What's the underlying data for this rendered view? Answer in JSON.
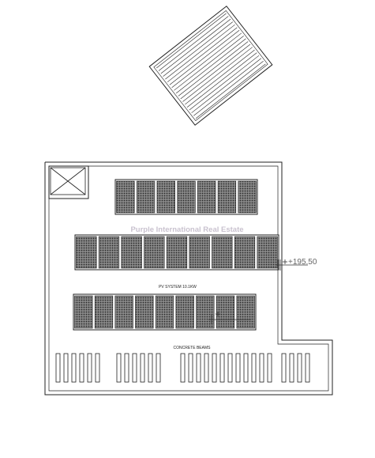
{
  "drawing": {
    "watermark": "Purple International Real Estate",
    "system_label": "PV SYSTEM 10.1KW",
    "beams_label": "CONCRETE BEAMS",
    "level_label": "+195.50"
  },
  "panel_rows": [
    {
      "name": "top",
      "count": 7
    },
    {
      "name": "middle",
      "count": 9
    },
    {
      "name": "bottom",
      "count": 9
    }
  ],
  "beam_groups": [
    {
      "name": "group-1",
      "count": 6
    },
    {
      "name": "group-2",
      "count": 6
    },
    {
      "name": "group-3",
      "count": 12
    },
    {
      "name": "group-4",
      "count": 4
    }
  ],
  "colors": {
    "line": "#222222",
    "panel_fill": "#6f6f6f",
    "watermark": "#c9c2cf",
    "level": "#666666"
  }
}
